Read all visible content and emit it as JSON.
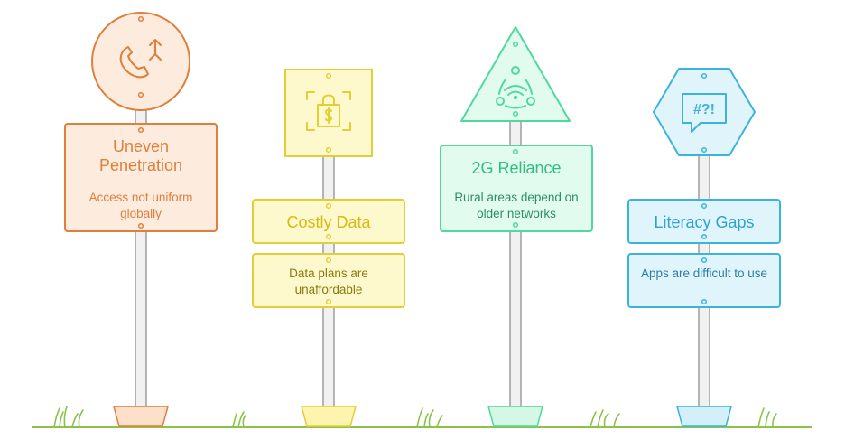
{
  "signs": [
    {
      "title": "Uneven Penetration",
      "description": "Access not uniform globally",
      "icon": "phone-signal-icon",
      "colors": {
        "stroke": "#E07E3C",
        "fill": "#FDEBDD",
        "text": "#E07E3C",
        "desc_text": "#E07E3C"
      }
    },
    {
      "title": "Costly Data",
      "description": "Data plans are unaffordable",
      "icon": "price-tag-icon",
      "colors": {
        "stroke": "#E2CF36",
        "fill": "#FEF9CC",
        "text": "#D9B80F",
        "desc_text": "#8A7A10"
      }
    },
    {
      "title": "2G Reliance",
      "description": "Rural areas depend on older networks",
      "icon": "network-signal-icon",
      "colors": {
        "stroke": "#4FD99E",
        "fill": "#E2FBEF",
        "text": "#2FBF7E",
        "desc_text": "#2A8F62"
      }
    },
    {
      "title": "Literacy Gaps",
      "description": "Apps are difficult to use",
      "icon": "confused-message-icon",
      "colors": {
        "stroke": "#3CB3DC",
        "fill": "#E0F4FB",
        "text": "#2BA4D3",
        "desc_text": "#2A7EA0"
      }
    }
  ],
  "ground_color": "#8BC34A"
}
